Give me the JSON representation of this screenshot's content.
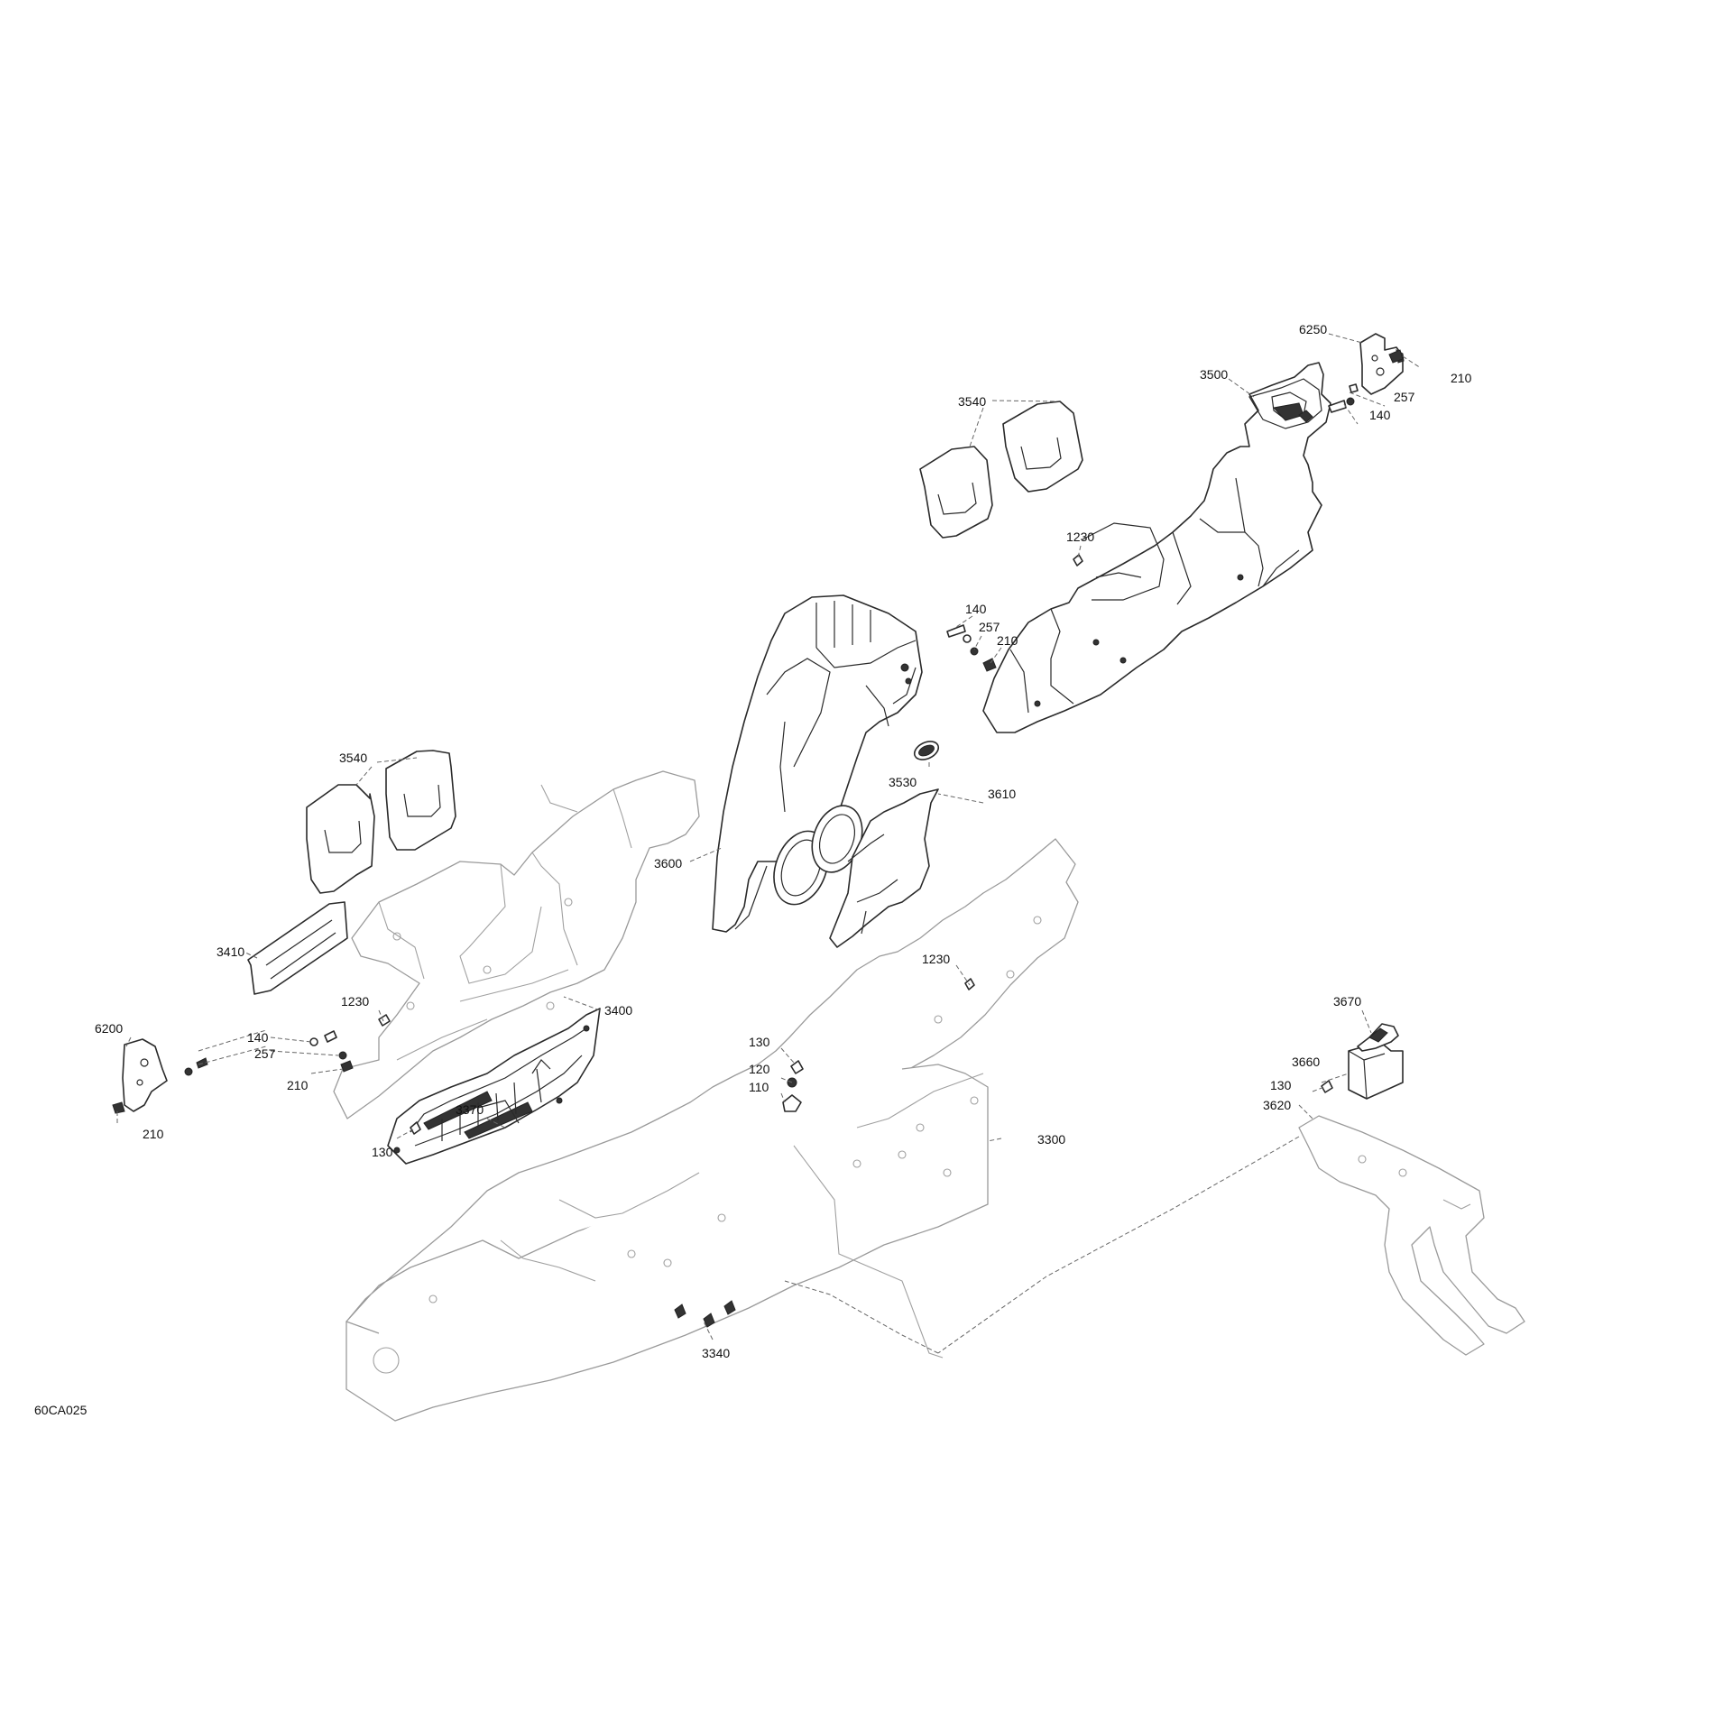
{
  "diagram": {
    "figure_code": "60CA025",
    "callouts": {
      "c6250": "6250",
      "c210_a": "210",
      "c3500": "3500",
      "c257_a": "257",
      "c140_a": "140",
      "c3540_a": "3540",
      "c1230_a": "1230",
      "c140_b": "140",
      "c257_b": "257",
      "c210_b": "210",
      "c3530": "3530",
      "c3610": "3610",
      "c3540_b": "3540",
      "c3600": "3600",
      "c3410": "3410",
      "c1230_b": "1230",
      "c1230_c": "1230",
      "c3400": "3400",
      "c6200": "6200",
      "c140_c": "140",
      "c257_c": "257",
      "c210_c": "210",
      "c210_d": "210",
      "c130_a": "130",
      "c120": "120",
      "c110": "110",
      "c3370": "3370",
      "c130_b": "130",
      "c3300": "3300",
      "c3670": "3670",
      "c3660": "3660",
      "c130_c": "130",
      "c3620": "3620",
      "c3340": "3340"
    }
  }
}
